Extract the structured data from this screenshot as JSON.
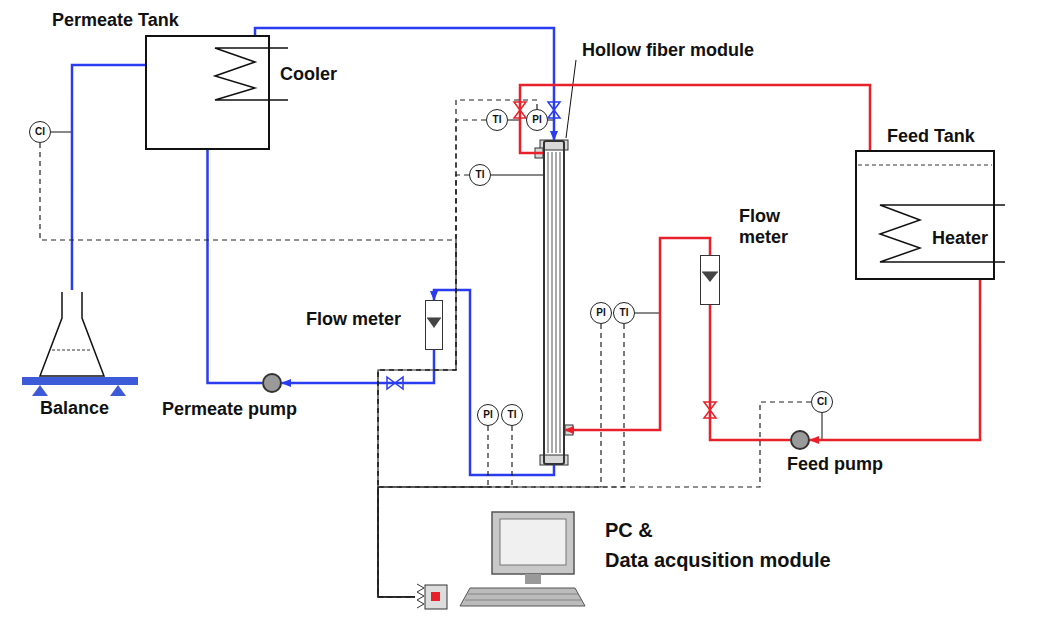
{
  "diagram": {
    "nodes": [
      {
        "text": [
          "Permeate Tank",
          "Cooler"
        ]
      },
      {
        "text": [
          "Hollow fiber module"
        ]
      },
      {
        "text": [
          "Flow meter"
        ]
      },
      {
        "text": [
          "Flow meter"
        ]
      },
      {
        "text": [
          "Feed Tank",
          "Heater"
        ]
      },
      {
        "text": [
          "Balance"
        ]
      },
      {
        "text": [
          "Permeate pump"
        ]
      },
      {
        "text": [
          "Feed pump"
        ]
      },
      {
        "text": [
          "PC &",
          "Data acqusition module"
        ]
      },
      {
        "text": [
          "CI"
        ]
      },
      {
        "text": [
          "TI"
        ]
      },
      {
        "text": [
          "PI"
        ]
      },
      {
        "text": [
          "TI"
        ]
      },
      {
        "text": [
          "PI"
        ]
      },
      {
        "text": [
          "TI"
        ]
      },
      {
        "text": [
          "PI"
        ]
      },
      {
        "text": [
          "TI"
        ]
      },
      {
        "text": [
          "CI"
        ]
      }
    ],
    "edges": [
      {
        "from": 0,
        "to": 1,
        "arrow": "to"
      },
      {
        "from": 1,
        "to": 2,
        "arrow": "to"
      },
      {
        "from": 2,
        "to": 6,
        "arrow": "to"
      },
      {
        "from": 6,
        "to": 0,
        "arrow": "none"
      },
      {
        "from": 0,
        "to": 5,
        "arrow": "none"
      },
      {
        "from": 4,
        "to": 7,
        "arrow": "to"
      },
      {
        "from": 7,
        "to": 3,
        "arrow": "none"
      },
      {
        "from": 3,
        "to": 1,
        "arrow": "to"
      },
      {
        "from": 1,
        "to": 4,
        "arrow": "none"
      },
      {
        "from": 9,
        "to": 8,
        "arrow": "none"
      },
      {
        "from": 10,
        "to": 8,
        "arrow": "none"
      },
      {
        "from": 11,
        "to": 8,
        "arrow": "none"
      },
      {
        "from": 12,
        "to": 8,
        "arrow": "none"
      },
      {
        "from": 13,
        "to": 8,
        "arrow": "none"
      },
      {
        "from": 14,
        "to": 8,
        "arrow": "none"
      },
      {
        "from": 15,
        "to": 8,
        "arrow": "none"
      },
      {
        "from": 16,
        "to": 8,
        "arrow": "none"
      },
      {
        "from": 17,
        "to": 8,
        "arrow": "none"
      }
    ]
  }
}
